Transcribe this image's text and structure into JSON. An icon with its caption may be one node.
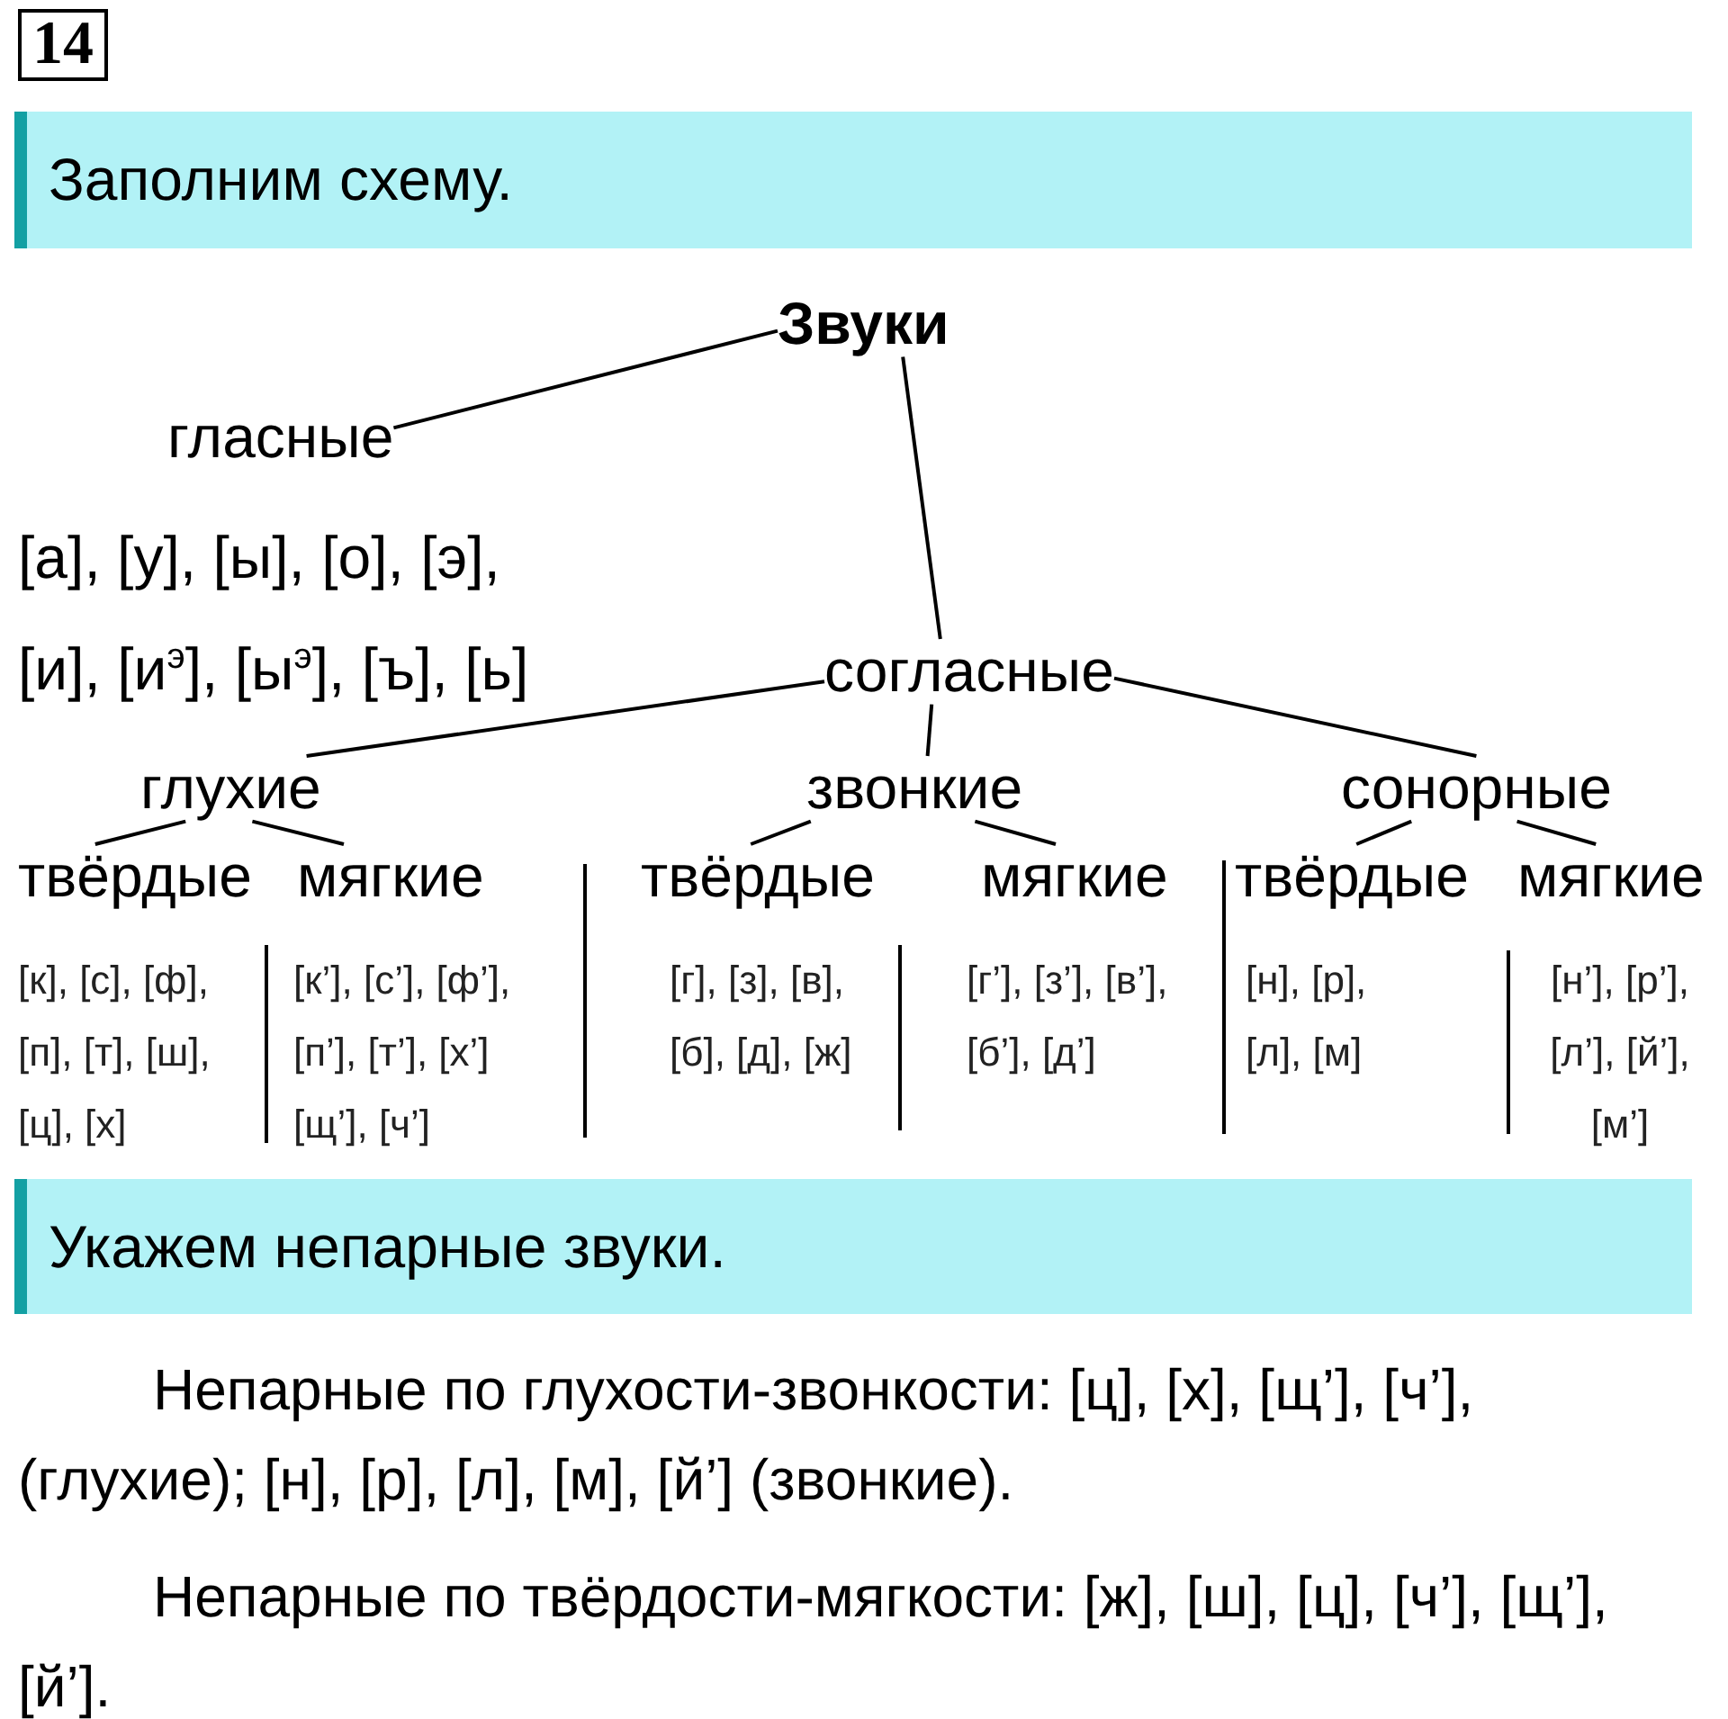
{
  "diagram": {
    "nodes": [
      {
        "text": [
          "Звуки"
        ]
      },
      {
        "text": [
          "гласные"
        ],
        "beside": [
          "[а], [у], [ы], [о], [э], [и], [и$^{э}$], [ы$^{э}$], [ъ], [ь]"
        ]
      },
      {
        "text": [
          "согласные"
        ]
      },
      {
        "text": [
          "глухие"
        ]
      },
      {
        "text": [
          "звонкие"
        ]
      },
      {
        "text": [
          "сонорные"
        ]
      },
      {
        "text": [
          "твёрдые"
        ],
        "beside": [
          "[к], [с], [ф], [п], [т], [ш], [ц], [х]"
        ]
      },
      {
        "text": [
          "мягкие"
        ],
        "beside": [
          "[к’], [с’], [ф’], [п’], [т’], [х’] [щ’], [ч’]"
        ]
      },
      {
        "text": [
          "твёрдые"
        ],
        "beside": [
          "[г], [з], [в], [б], [д], [ж]"
        ]
      },
      {
        "text": [
          "мягкие"
        ],
        "beside": [
          "[г’], [з’], [в’], [б’], [д’]"
        ]
      },
      {
        "text": [
          "твёрдые"
        ],
        "beside": [
          "[н], [р], [л], [м]"
        ]
      },
      {
        "text": [
          "мягкие"
        ],
        "beside": [
          "[н’], [р’], [л’], [й’], [м’]"
        ]
      }
    ],
    "edges": [
      {
        "from": 0,
        "to": 1,
        "arrow": "none"
      },
      {
        "from": 0,
        "to": 2,
        "arrow": "none"
      },
      {
        "from": 2,
        "to": 3,
        "arrow": "none"
      },
      {
        "from": 2,
        "to": 4,
        "arrow": "none"
      },
      {
        "from": 2,
        "to": 5,
        "arrow": "none"
      },
      {
        "from": 3,
        "to": 6,
        "arrow": "none"
      },
      {
        "from": 3,
        "to": 7,
        "arrow": "none"
      },
      {
        "from": 4,
        "to": 8,
        "arrow": "none"
      },
      {
        "from": 4,
        "to": 9,
        "arrow": "none"
      },
      {
        "from": 5,
        "to": 10,
        "arrow": "none"
      },
      {
        "from": 5,
        "to": 11,
        "arrow": "none"
      }
    ],
    "labels": [
      "14",
      "Заполним схему.",
      "Укажем непарные звуки.",
      "Непарные по глухости-звонкости: [ц], [х], [щ’], [ч’], (глухие); [н], [р], [л], [м], [й’] (звонкие).",
      "Непарные по твёрдости-мягкости: [ж], [ш], [ц], [ч’], [щ’], [й’]."
    ]
  }
}
